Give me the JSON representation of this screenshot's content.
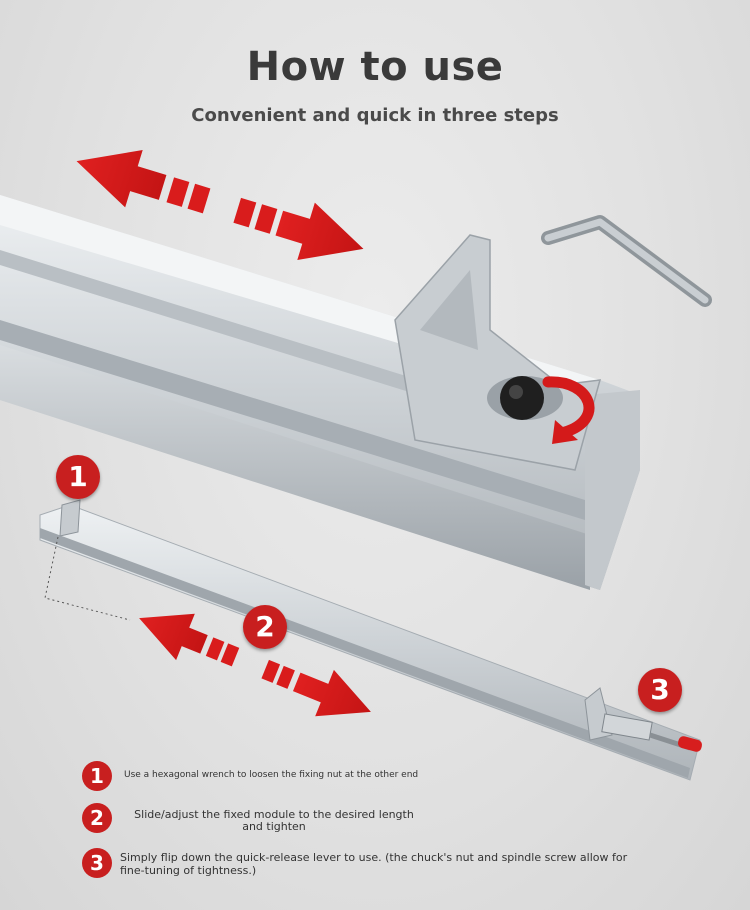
{
  "header": {
    "title": "How to use",
    "subtitle": "Convenient and quick in three steps"
  },
  "callouts": [
    "1",
    "2",
    "3"
  ],
  "steps": [
    {
      "number": "1",
      "text": "Use a hexagonal wrench to loosen the fixing nut at the other end"
    },
    {
      "number": "2",
      "text": "Slide/adjust the fixed module to the desired length and tighten"
    },
    {
      "number": "3",
      "text": "Simply flip down the quick-release lever to use. (the chuck's nut and spindle screw allow for fine-tuning of tightness.)"
    }
  ],
  "colors": {
    "accent": "#c81f1f",
    "aluminum": "#cfd3d6",
    "background": "#e3e3e3"
  },
  "icons": [
    "double-arrow-icon",
    "hex-wrench-icon",
    "rotate-arrow-icon"
  ]
}
